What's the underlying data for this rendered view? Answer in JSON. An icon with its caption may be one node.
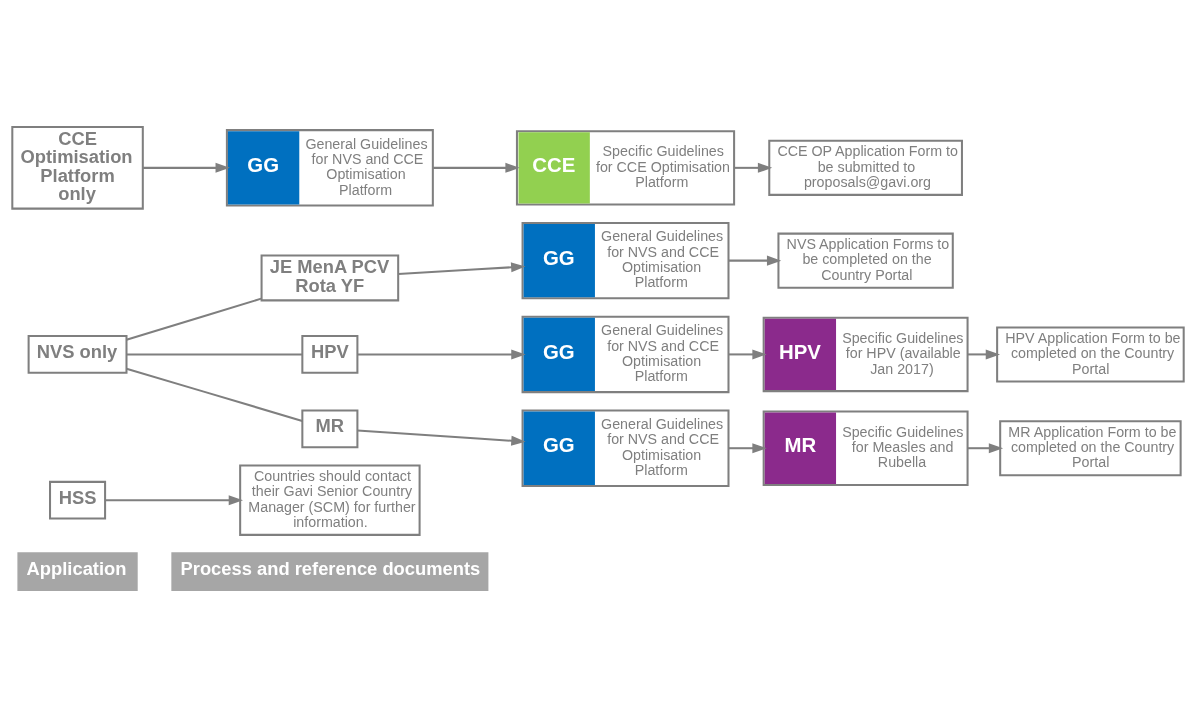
{
  "diagram": {
    "nodes": [
      {
        "text": [
          "Application"
        ]
      },
      {
        "text": [
          "Process and reference documents"
        ]
      },
      {
        "text": [
          "HSS"
        ]
      },
      {
        "text": [
          "Countries should contact their Gavi Senior Country Manager (SCM) for further information."
        ]
      },
      {
        "text": [
          "NVS only"
        ]
      },
      {
        "text": [
          "JE MenA PCV Rota YF"
        ]
      },
      {
        "text": [
          "GG",
          "General Guidelines for NVS and CCE Optimisation Platform"
        ]
      },
      {
        "text": [
          "NVS Application Forms to be completed on the Country Portal"
        ]
      },
      {
        "text": [
          "HPV"
        ]
      },
      {
        "text": [
          "GG",
          "General Guidelines for NVS and CCE Optimisation Platform"
        ]
      },
      {
        "text": [
          "HPV",
          "Specific Guidelines for HPV (available Jan 2017)"
        ]
      },
      {
        "text": [
          "HPV Application Form to be completed on the Country Portal"
        ]
      },
      {
        "text": [
          "MR"
        ]
      },
      {
        "text": [
          "GG",
          "General Guidelines for NVS and CCE Optimisation Platform"
        ]
      },
      {
        "text": [
          "MR",
          "Specific Guidelines for Measles and Rubella"
        ]
      },
      {
        "text": [
          "MR Application Form to be completed on the Country Portal"
        ]
      },
      {
        "text": [
          "CCE Optimisation Platform only"
        ]
      },
      {
        "text": [
          "GG",
          "General Guidelines for NVS and CCE Optimisation Platform"
        ]
      },
      {
        "text": [
          "CCE",
          "Specific Guidelines for CCE Optimisation Platform"
        ]
      },
      {
        "text": [
          "CCE OP Application Form to be submitted to proposals@gavi.org"
        ]
      }
    ],
    "edges": [
      {
        "from": 2,
        "to": 3,
        "arrow": "to"
      },
      {
        "from": 4,
        "to": 5,
        "arrow": "none"
      },
      {
        "from": 4,
        "to": 8,
        "arrow": "none"
      },
      {
        "from": 4,
        "to": 12,
        "arrow": "none"
      },
      {
        "from": 5,
        "to": 6,
        "arrow": "to"
      },
      {
        "from": 6,
        "to": 7,
        "arrow": "to"
      },
      {
        "from": 8,
        "to": 9,
        "arrow": "to"
      },
      {
        "from": 9,
        "to": 10,
        "arrow": "to"
      },
      {
        "from": 10,
        "to": 11,
        "arrow": "to"
      },
      {
        "from": 12,
        "to": 13,
        "arrow": "to"
      },
      {
        "from": 13,
        "to": 14,
        "arrow": "to"
      },
      {
        "from": 14,
        "to": 15,
        "arrow": "to"
      },
      {
        "from": 16,
        "to": 17,
        "arrow": "to"
      },
      {
        "from": 17,
        "to": 18,
        "arrow": "to"
      },
      {
        "from": 18,
        "to": 19,
        "arrow": "to"
      }
    ]
  }
}
